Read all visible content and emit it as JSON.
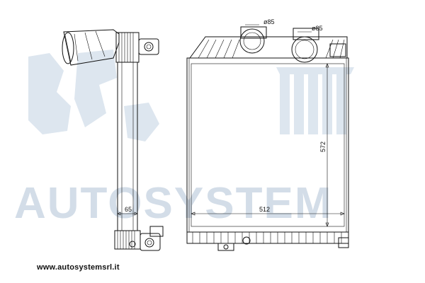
{
  "watermark": {
    "text": "AUTOSYSTEM"
  },
  "dimensions": {
    "side_width": "65",
    "core_width": "512",
    "core_height": "572",
    "pipe_left": "ø85",
    "pipe_right": "ø85"
  },
  "footer": {
    "website": "www.autosystemsrl.it"
  }
}
